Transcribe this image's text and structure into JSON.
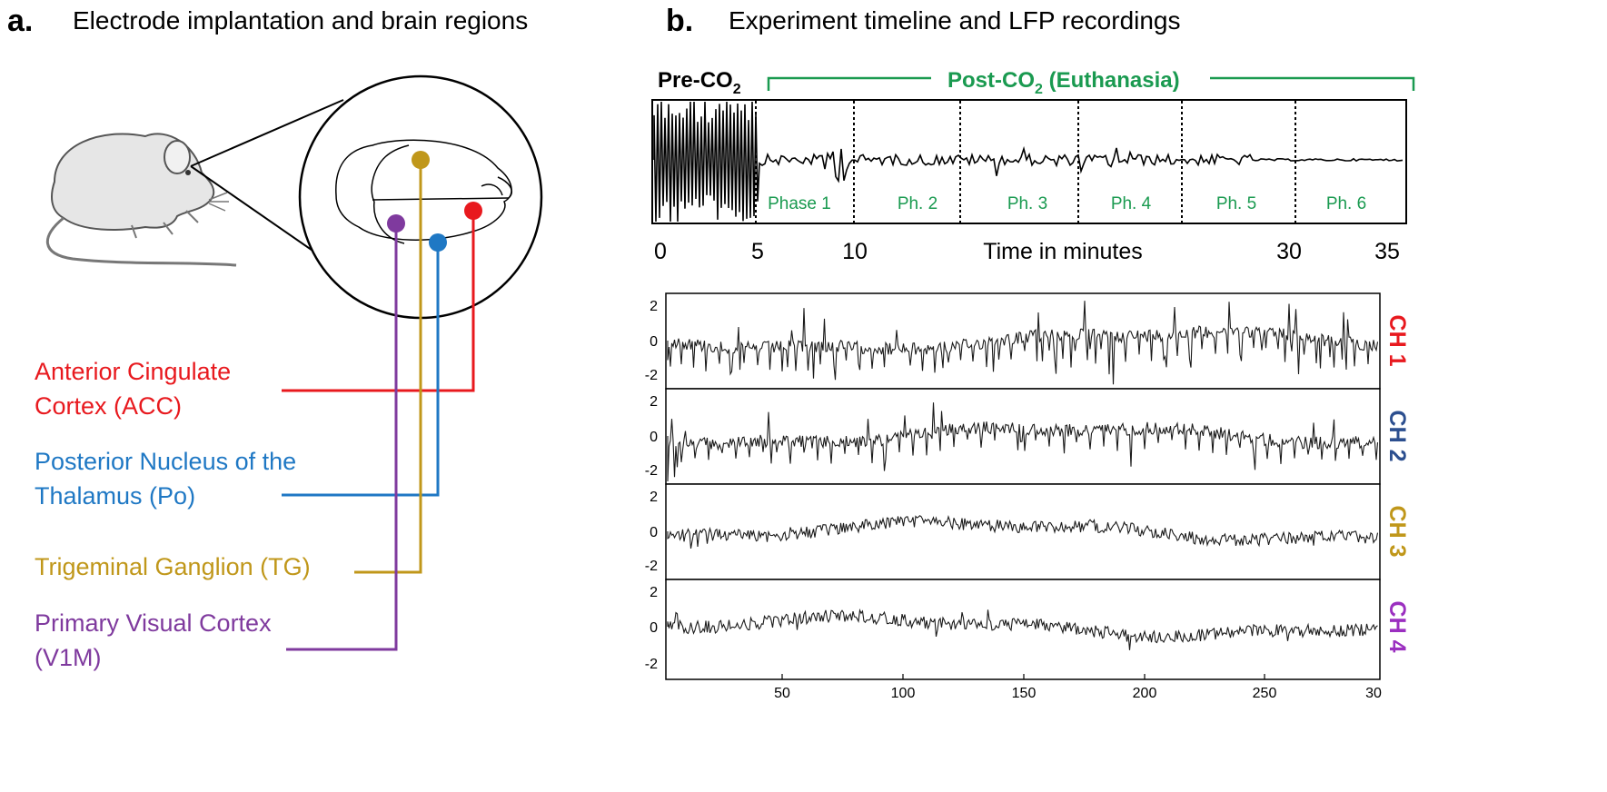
{
  "panel_a": {
    "letter": "a.",
    "title": "Electrode implantation and brain regions",
    "labels": {
      "acc_line1": "Anterior Cingulate",
      "acc_line2": "Cortex (ACC)",
      "po_line1": "Posterior Nucleus of the",
      "po_line2": "Thalamus (Po)",
      "tg": "Trigeminal Ganglion (TG)",
      "v1m_line1": "Primary Visual Cortex",
      "v1m_line2": "(V1M)"
    },
    "colors": {
      "acc": "#e8191e",
      "po": "#1f78c4",
      "tg": "#c0971a",
      "v1m": "#7f3a9e"
    }
  },
  "panel_b": {
    "letter": "b.",
    "title": "Experiment timeline and LFP recordings",
    "timeline": {
      "pre_label": "Pre-CO",
      "pre_sub": "2",
      "post_label_a": "Post-CO",
      "post_sub": "2",
      "post_label_b": " (Euthanasia)",
      "phases": [
        "Phase 1",
        "Ph. 2",
        "Ph. 3",
        "Ph. 4",
        "Ph. 5",
        "Ph. 6"
      ],
      "ticks": [
        "0",
        "5",
        "10",
        "30",
        "35"
      ],
      "axis_label": "Time in minutes",
      "accent": "#1a9a50"
    },
    "lfp": {
      "y_ticks": [
        "2",
        "0",
        "-2"
      ],
      "x_ticks": [
        "50",
        "100",
        "150",
        "200",
        "250",
        "30"
      ],
      "channels": [
        {
          "label": "CH 1",
          "color": "#e8191e"
        },
        {
          "label": "CH 2",
          "color": "#2c4f8f"
        },
        {
          "label": "CH 3",
          "color": "#c0971a"
        },
        {
          "label": "CH 4",
          "color": "#9b2fc0"
        }
      ]
    }
  }
}
